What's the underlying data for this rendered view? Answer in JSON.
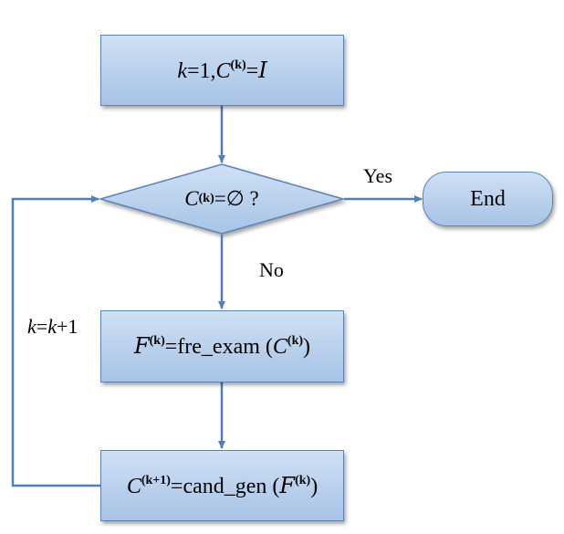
{
  "nodes": {
    "init": {
      "k": "k",
      "eq1": "=1,",
      "c": "C",
      "sup": "(k)",
      "eq2": "=",
      "i": "I"
    },
    "decision": {
      "c": "C",
      "sup": "(k)",
      "rest": "=∅ ?"
    },
    "exam": {
      "f": "F",
      "sup": "(k)",
      "fn": "=fre_exam (",
      "c": "C",
      "sup2": "(k)",
      "close": ")"
    },
    "gen": {
      "c": "C",
      "sup": "(k+1)",
      "fn": "=cand_gen (",
      "f": "F",
      "sup2": "(k)",
      "close": ")"
    },
    "end": {
      "label": "End"
    }
  },
  "edge_labels": {
    "yes": "Yes",
    "no": "No",
    "loop_k1": "k",
    "loop_eq": "=",
    "loop_k2": "k",
    "loop_plus": "+1"
  },
  "colors": {
    "box_fill_top": "#cfe0f4",
    "box_fill_bottom": "#a7c3e6",
    "box_border": "#5b83b8",
    "arrow": "#4f7fbf"
  }
}
